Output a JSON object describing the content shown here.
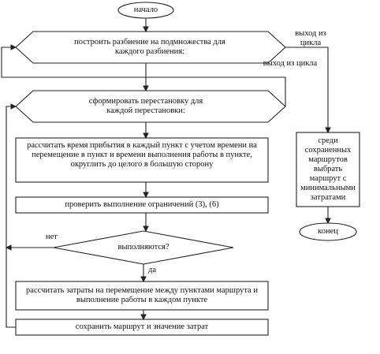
{
  "flowchart": {
    "start": "начало",
    "loop_partition": "построить разбиение на подмножества для каждого разбиения:",
    "loop_permutation": "сформировать перестановку для каждой перестановки:",
    "compute_arrival": "рассчитать время прибытия в каждый пункт с учетом времени на перемещение в пункт и времени выполнения работы в пункте, округлить до целого в большую сторону",
    "check_constraints": "проверить выполнение ограничений (3), (6)",
    "decision": "выполняются?",
    "no_label": "нет",
    "yes_label": "да",
    "compute_costs": "рассчитать затраты на перемещение между пунктами маршрута и выполнение работы в каждом пункте",
    "save_route": "сохранить маршрут и значение затрат",
    "exit_loop_1": "выход из цикла",
    "exit_loop_2": "выход из цикла",
    "select_route": "среди сохраненных маршрутов выбрать маршрут с минимальными затратами",
    "end": "конец"
  }
}
